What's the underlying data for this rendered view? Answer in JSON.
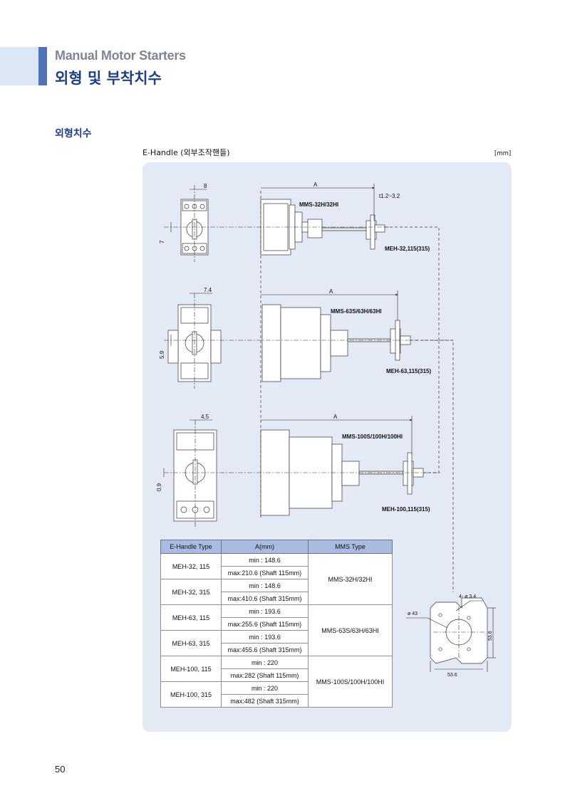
{
  "header": {
    "category_en": "Manual Motor Starters",
    "title_kr": "외형 및 부착치수"
  },
  "section": {
    "title": "외형치수",
    "subtitle": "E-Handle (외부조작핸들)",
    "unit": "[mm]"
  },
  "diagram": {
    "row1": {
      "offset_top": "8",
      "offset_side": "7",
      "dim_a": "A",
      "thickness": "t1.2~3.2",
      "model": "MMS-32H/32HI",
      "handle": "MEH-32,115(315)"
    },
    "row2": {
      "offset_top": "7.4",
      "offset_side": "5.9",
      "dim_a": "A",
      "model": "MMS-63S/63H/63HI",
      "handle": "MEH-63,115(315)"
    },
    "row3": {
      "offset_top": "4.5",
      "offset_side": "0.9",
      "dim_a": "A",
      "model": "MMS-100S/100H/100HI",
      "handle": "MEH-100,115(315)"
    },
    "plate": {
      "holes": "4- ø 3.4",
      "diameter": "ø 43",
      "width": "53.6",
      "height": "53.6"
    }
  },
  "table": {
    "headers": [
      "E-Handle Type",
      "A(mm)",
      "MMS Type"
    ],
    "rows": [
      {
        "type": "MEH-32, 115",
        "min": "min : 148.6",
        "max": "max:210.6 (Shaft 115mm)"
      },
      {
        "type": "MEH-32, 315",
        "min": "min : 148.6",
        "max": "max:410.6 (Shaft 315mm)"
      },
      {
        "type": "MEH-63, 115",
        "min": "min : 193.6",
        "max": "max:255.6 (Shaft 115mm)"
      },
      {
        "type": "MEH-63, 315",
        "min": "min : 193.6",
        "max": "max:455.6 (Shaft 315mm)"
      },
      {
        "type": "MEH-100, 115",
        "min": "min : 220",
        "max": "max:282 (Shaft 115mm)"
      },
      {
        "type": "MEH-100, 315",
        "min": "min : 220",
        "max": "max:482 (Shaft 315mm)"
      }
    ],
    "mms_types": [
      "MMS-32H/32HI",
      "MMS-63S/63H/63HI",
      "MMS-100S/100H/100HI"
    ]
  },
  "page_number": "50"
}
